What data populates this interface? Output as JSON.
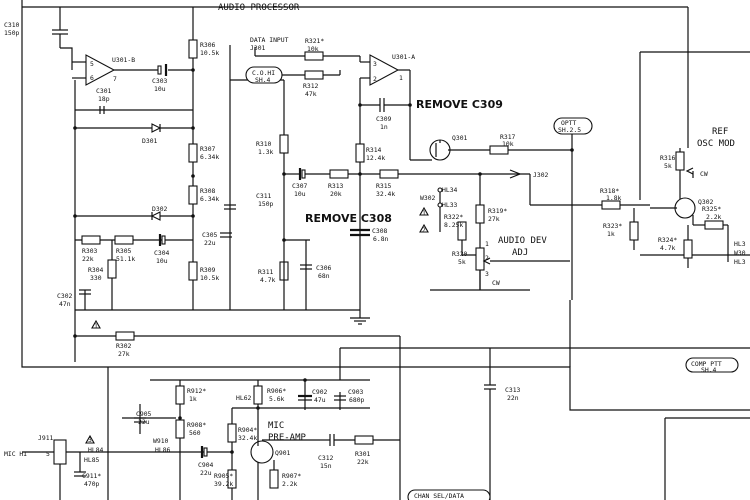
{
  "title": "AUDIO PROCESSOR",
  "annotations": {
    "remove_c309": "REMOVE C309",
    "remove_c308": "REMOVE C308",
    "ref_osc_1": "REF",
    "ref_osc_2": "OSC MOD",
    "mic_preamp_1": "MIC",
    "mic_preamp_2": "PRE-AMP",
    "audio_dev_1": "AUDIO DEV",
    "audio_dev_2": "ADJ",
    "data_input_1": "DATA INPUT",
    "data_input_2": "J301",
    "mic_hi": "MIC HI",
    "j911": "J911",
    "pin_5": "5",
    "cw_1": "CW",
    "cw_2": "CW"
  },
  "connectors": {
    "c_ohi": "C.O.HI",
    "c_ohi_sh": "SH.4",
    "optt": "OPTT",
    "optt_sh": "SH.2.5",
    "compptt": "COMP PTT",
    "compptt_sh": "SH.4",
    "chansel": "CHAN SEL/DATA",
    "j302": "J302"
  },
  "opamps": {
    "u301b": "U301-B",
    "u301a": "U301-A",
    "pin_b5": "5",
    "pin_b6": "6",
    "pin_b7": "7",
    "pin_a1": "1",
    "pin_a2": "2",
    "pin_a3": "3"
  },
  "transistors": {
    "q301": "Q301",
    "q302": "Q302",
    "q901": "Q901"
  },
  "diodes": {
    "d301": "D301",
    "d302": "D302"
  },
  "nodes": {
    "hl34": "HL34",
    "hl33": "HL33",
    "w302": "W302",
    "hl62": "HL62",
    "hl85": "HL85",
    "hl86": "HL86",
    "w910": "W910",
    "hl84": "HL84",
    "hl3a": "HL3",
    "w30": "W30",
    "hl3b": "HL3"
  },
  "markers": {
    "m1": "1",
    "m2": "1",
    "m3": "2",
    "m4": "3",
    "m5": "2",
    "m6": "1"
  },
  "pot_pins": {
    "p1": "1",
    "p2": "2",
    "p3": "3"
  },
  "components": {
    "c310": [
      "C310",
      "150p"
    ],
    "r306": [
      "R306",
      "10.5k"
    ],
    "c303": [
      "C303",
      "10u"
    ],
    "c301": [
      "C301",
      "18p"
    ],
    "r321": [
      "R321*",
      "10k"
    ],
    "r312": [
      "R312",
      "47k"
    ],
    "c309": [
      "C309",
      "1n"
    ],
    "r317": [
      "R317",
      "10k"
    ],
    "r307": [
      "R307",
      "6.34k"
    ],
    "r310": [
      "R310",
      "1.3k"
    ],
    "r314": [
      "R314",
      "12.4k"
    ],
    "r316": [
      "R316",
      "5k"
    ],
    "r308": [
      "R308",
      "6.34k"
    ],
    "c311": [
      "C311",
      "150p"
    ],
    "c307": [
      "C307",
      "10u"
    ],
    "r313": [
      "R313",
      "20k"
    ],
    "r315": [
      "R315",
      "32.4k"
    ],
    "r318": [
      "R318*",
      "1.8k"
    ],
    "r325": [
      "R325*",
      "2.2k"
    ],
    "r319": [
      "R319*",
      "27k"
    ],
    "r322": [
      "R322*",
      "8.25k"
    ],
    "c308": [
      "C308",
      "6.8n"
    ],
    "r323": [
      "R323*",
      "1k"
    ],
    "r324": [
      "R324*",
      "4.7k"
    ],
    "c305": [
      "C305",
      "22u"
    ],
    "r303": [
      "R303",
      "22k"
    ],
    "r305": [
      "R305",
      "51.1k"
    ],
    "c304": [
      "C304",
      "10u"
    ],
    "r320": [
      "R320",
      "5k"
    ],
    "r304": [
      "R304",
      "330"
    ],
    "r309": [
      "R309",
      "10.5k"
    ],
    "r311": [
      "R311",
      "4.7k"
    ],
    "c306": [
      "C306",
      "68n"
    ],
    "c302": [
      "C302",
      "47n"
    ],
    "r302": [
      "R302",
      "27k"
    ],
    "r912": [
      "R912*",
      "1k"
    ],
    "r906": [
      "R906*",
      "5.6k"
    ],
    "c902": [
      "C902",
      "47u"
    ],
    "c903": [
      "C903",
      "680p"
    ],
    "c313": [
      "C313",
      "22n"
    ],
    "c905": [
      "C905",
      "22u"
    ],
    "r908": [
      "R908*",
      "560"
    ],
    "r904": [
      "R904*",
      "32.4k"
    ],
    "c904": [
      "C904",
      "22u"
    ],
    "c312": [
      "C312",
      "15n"
    ],
    "r301": [
      "R301",
      "22k"
    ],
    "c911": [
      "C911*",
      "470p"
    ],
    "r905": [
      "R905*",
      "39.2k"
    ],
    "r907": [
      "R907*",
      "2.2k"
    ]
  }
}
